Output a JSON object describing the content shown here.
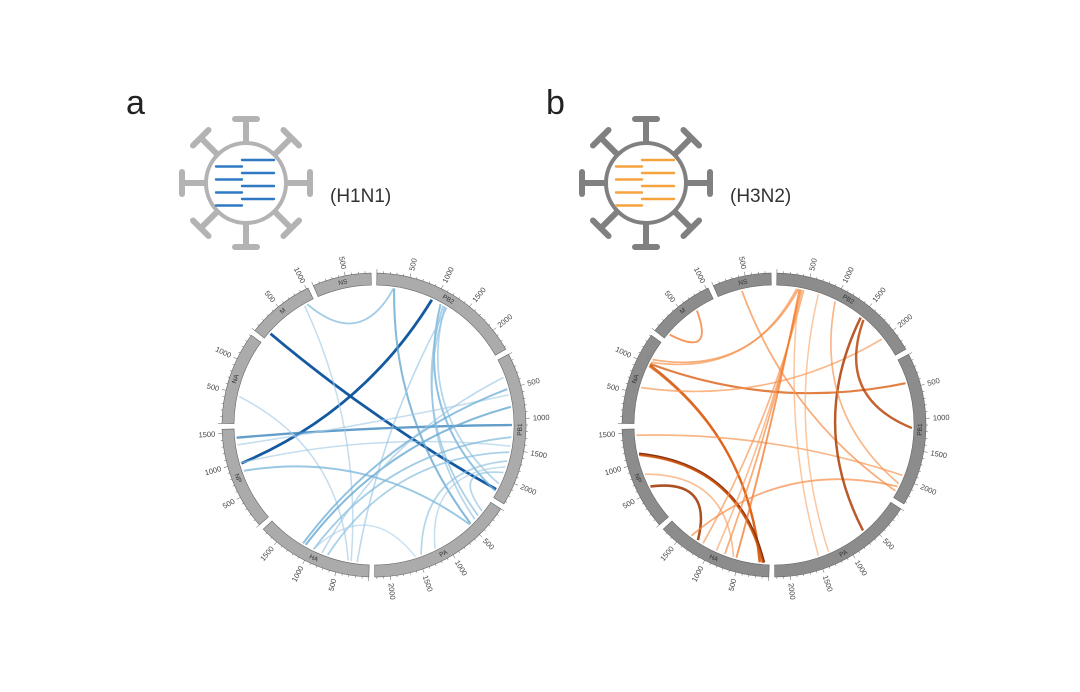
{
  "panels": [
    {
      "letter": "a",
      "strain": "(H1N1)",
      "icon": {
        "shell": "#b3b3b3",
        "genome": "#2f78c4"
      },
      "ring_color": "#ababab",
      "link_colors": [
        "#c6dbef",
        "#6baed6",
        "#08519c"
      ],
      "links": [
        [
          "M",
          120,
          "PB1",
          2200,
          1.0
        ],
        [
          "NP",
          990,
          "PB2",
          940,
          1.0
        ],
        [
          "NP",
          1420,
          "PB1",
          1100,
          0.7
        ],
        [
          "M",
          900,
          "PB2",
          280,
          0.4
        ],
        [
          "M",
          850,
          "HA",
          300,
          0.2
        ],
        [
          "PB2",
          290,
          "PA",
          480,
          0.55
        ],
        [
          "PB2",
          1100,
          "PB1",
          2230,
          0.5
        ],
        [
          "PB2",
          1150,
          "PA",
          300,
          0.35
        ],
        [
          "PB2",
          1200,
          "PA",
          380,
          0.3
        ],
        [
          "PB2",
          1180,
          "PB1",
          2100,
          0.3
        ],
        [
          "PB2",
          1220,
          "HA",
          200,
          0.25
        ],
        [
          "NA",
          450,
          "HA",
          350,
          0.2
        ],
        [
          "NP",
          1300,
          "PB1",
          600,
          0.2
        ],
        [
          "NP",
          1000,
          "PB1",
          1450,
          0.2
        ],
        [
          "NP",
          860,
          "PA",
          500,
          0.45
        ],
        [
          "HA",
          1150,
          "PB1",
          500,
          0.5
        ],
        [
          "HA",
          1100,
          "PB1",
          800,
          0.55
        ],
        [
          "HA",
          950,
          "PB1",
          1300,
          0.4
        ],
        [
          "HA",
          700,
          "PB1",
          1550,
          0.35
        ],
        [
          "HA",
          800,
          "PB1",
          300,
          0.25
        ],
        [
          "PA",
          1450,
          "PB1",
          1700,
          0.3
        ],
        [
          "PA",
          1200,
          "PB1",
          1800,
          0.2
        ],
        [
          "PA",
          1550,
          "HA",
          950,
          0.15
        ],
        [
          "PB1",
          1900,
          "PA",
          200,
          0.3
        ]
      ]
    },
    {
      "letter": "b",
      "strain": "(H3N2)",
      "icon": {
        "shell": "#808080",
        "genome": "#f6a33e"
      },
      "ring_color": "#8c8c8c",
      "link_colors": [
        "#fdd0a2",
        "#f16913",
        "#7f2704"
      ],
      "links": [
        [
          "M",
          100,
          "M",
          700,
          0.45
        ],
        [
          "NA",
          1100,
          "PB2",
          360,
          0.35
        ],
        [
          "NA",
          1050,
          "PB2",
          330,
          0.3
        ],
        [
          "NA",
          1000,
          "HA",
          160,
          0.7
        ],
        [
          "NA",
          980,
          "HA",
          150,
          0.55
        ],
        [
          "NA",
          1020,
          "PB1",
          400,
          0.6
        ],
        [
          "NA",
          600,
          "PB2",
          2000,
          0.3
        ],
        [
          "NP",
          1460,
          "PB1",
          1950,
          0.3
        ],
        [
          "NP",
          1150,
          "HA",
          90,
          1.0
        ],
        [
          "NP",
          1130,
          "HA",
          110,
          0.6
        ],
        [
          "NP",
          800,
          "HA",
          600,
          0.25
        ],
        [
          "NP",
          580,
          "HA",
          1250,
          0.85
        ],
        [
          "HA",
          1150,
          "PB2",
          450,
          0.3
        ],
        [
          "HA",
          900,
          "PB2",
          420,
          0.25
        ],
        [
          "HA",
          750,
          "PB2",
          400,
          0.35
        ],
        [
          "HA",
          550,
          "PB2",
          380,
          0.45
        ],
        [
          "HA",
          1380,
          "PB1",
          2150,
          0.35
        ],
        [
          "NS",
          400,
          "PB1",
          2230,
          0.35
        ],
        [
          "PB2",
          700,
          "PA",
          1320,
          0.2
        ],
        [
          "PB2",
          1500,
          "PA",
          650,
          0.8
        ],
        [
          "PB2",
          1560,
          "PB1",
          1150,
          0.75
        ],
        [
          "PB2",
          1000,
          "PB1",
          2100,
          0.3
        ],
        [
          "PA",
          1500,
          "PB2",
          380,
          0.2
        ]
      ]
    }
  ],
  "segments": [
    {
      "name": "PB2",
      "length": 2341,
      "ticks": [
        "500",
        "1000",
        "1500",
        "2000"
      ]
    },
    {
      "name": "PB1",
      "length": 2341,
      "ticks": [
        "500",
        "1000",
        "1500",
        "2000"
      ]
    },
    {
      "name": "PA",
      "length": 2233,
      "ticks": [
        "500",
        "1000",
        "1500",
        "2000"
      ]
    },
    {
      "name": "HA",
      "length": 1778,
      "ticks": [
        "500",
        "1000",
        "1500"
      ]
    },
    {
      "name": "NP",
      "length": 1565,
      "ticks": [
        "500",
        "1000",
        "1500"
      ]
    },
    {
      "name": "NA",
      "length": 1413,
      "ticks": [
        "500",
        "1000"
      ]
    },
    {
      "name": "M",
      "length": 1027,
      "ticks": [
        "500",
        "1000"
      ]
    },
    {
      "name": "NS",
      "length": 890,
      "ticks": [
        "500"
      ]
    }
  ]
}
